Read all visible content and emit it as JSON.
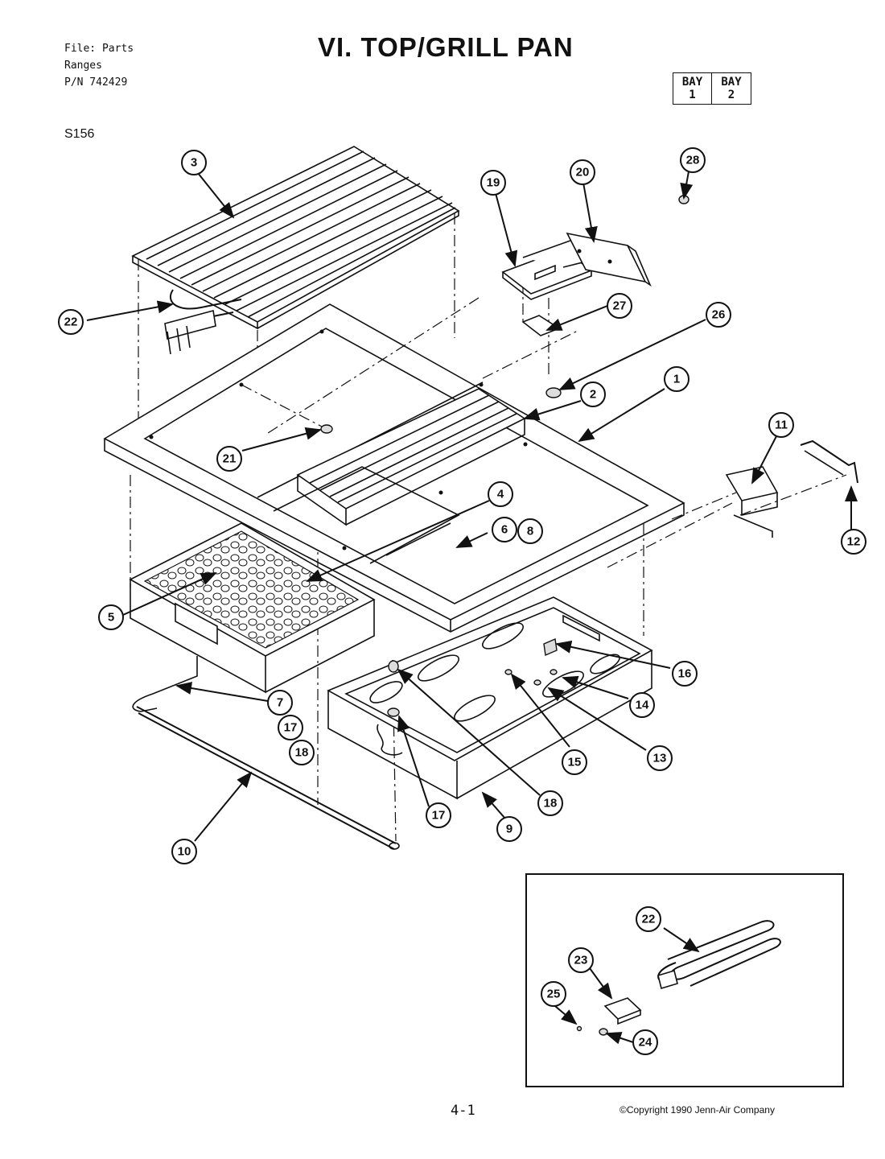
{
  "header": {
    "file_lines": [
      "File: Parts",
      "Ranges",
      "P/N 742429"
    ],
    "title": "VI. TOP/GRILL PAN",
    "bay": [
      {
        "label": "BAY",
        "num": "1"
      },
      {
        "label": "BAY",
        "num": "2"
      }
    ],
    "code": "S156"
  },
  "callouts": [
    {
      "id": "c1",
      "label": "1"
    },
    {
      "id": "c2",
      "label": "2"
    },
    {
      "id": "c3",
      "label": "3"
    },
    {
      "id": "c4",
      "label": "4"
    },
    {
      "id": "c5",
      "label": "5"
    },
    {
      "id": "c6",
      "label": "6"
    },
    {
      "id": "c8",
      "label": "8"
    },
    {
      "id": "c7",
      "label": "7"
    },
    {
      "id": "c17a",
      "label": "17"
    },
    {
      "id": "c18a",
      "label": "18"
    },
    {
      "id": "c9",
      "label": "9"
    },
    {
      "id": "c10",
      "label": "10"
    },
    {
      "id": "c11",
      "label": "11"
    },
    {
      "id": "c12",
      "label": "12"
    },
    {
      "id": "c13",
      "label": "13"
    },
    {
      "id": "c14",
      "label": "14"
    },
    {
      "id": "c15",
      "label": "15"
    },
    {
      "id": "c16",
      "label": "16"
    },
    {
      "id": "c17b",
      "label": "17"
    },
    {
      "id": "c18b",
      "label": "18"
    },
    {
      "id": "c19",
      "label": "19"
    },
    {
      "id": "c20",
      "label": "20"
    },
    {
      "id": "c21",
      "label": "21"
    },
    {
      "id": "c22a",
      "label": "22"
    },
    {
      "id": "c26",
      "label": "26"
    },
    {
      "id": "c27",
      "label": "27"
    },
    {
      "id": "c28",
      "label": "28"
    },
    {
      "id": "c22b",
      "label": "22"
    },
    {
      "id": "c23",
      "label": "23"
    },
    {
      "id": "c24",
      "label": "24"
    },
    {
      "id": "c25",
      "label": "25"
    }
  ],
  "footer": {
    "page": "4-1",
    "copyright": "©Copyright 1990 Jenn-Air Company"
  }
}
